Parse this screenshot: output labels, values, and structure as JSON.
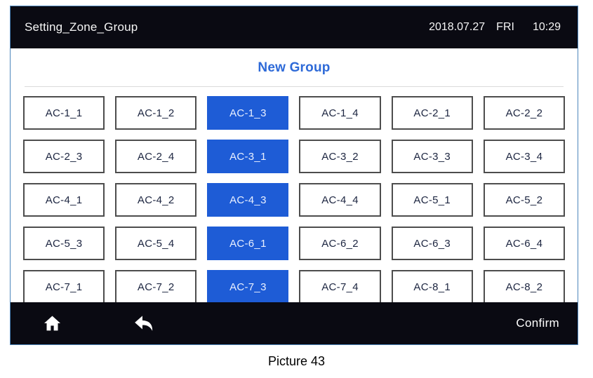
{
  "header": {
    "title": "Setting_Zone_Group",
    "date": "2018.07.27",
    "day": "FRI",
    "time": "10:29"
  },
  "content": {
    "group_title": "New Group"
  },
  "grid": {
    "buttons": [
      {
        "label": "AC-1_1",
        "selected": false
      },
      {
        "label": "AC-1_2",
        "selected": false
      },
      {
        "label": "AC-1_3",
        "selected": true
      },
      {
        "label": "AC-1_4",
        "selected": false
      },
      {
        "label": "AC-2_1",
        "selected": false
      },
      {
        "label": "AC-2_2",
        "selected": false
      },
      {
        "label": "AC-2_3",
        "selected": false
      },
      {
        "label": "AC-2_4",
        "selected": false
      },
      {
        "label": "AC-3_1",
        "selected": true
      },
      {
        "label": "AC-3_2",
        "selected": false
      },
      {
        "label": "AC-3_3",
        "selected": false
      },
      {
        "label": "AC-3_4",
        "selected": false
      },
      {
        "label": "AC-4_1",
        "selected": false
      },
      {
        "label": "AC-4_2",
        "selected": false
      },
      {
        "label": "AC-4_3",
        "selected": true
      },
      {
        "label": "AC-4_4",
        "selected": false
      },
      {
        "label": "AC-5_1",
        "selected": false
      },
      {
        "label": "AC-5_2",
        "selected": false
      },
      {
        "label": "AC-5_3",
        "selected": false
      },
      {
        "label": "AC-5_4",
        "selected": false
      },
      {
        "label": "AC-6_1",
        "selected": true
      },
      {
        "label": "AC-6_2",
        "selected": false
      },
      {
        "label": "AC-6_3",
        "selected": false
      },
      {
        "label": "AC-6_4",
        "selected": false
      },
      {
        "label": "AC-7_1",
        "selected": false
      },
      {
        "label": "AC-7_2",
        "selected": false
      },
      {
        "label": "AC-7_3",
        "selected": true
      },
      {
        "label": "AC-7_4",
        "selected": false
      },
      {
        "label": "AC-8_1",
        "selected": false
      },
      {
        "label": "AC-8_2",
        "selected": false
      }
    ]
  },
  "footer": {
    "home_icon": "home-icon",
    "back_icon": "back-arrow-icon",
    "confirm_label": "Confirm"
  },
  "caption": "Picture 43",
  "colors": {
    "selected_blue": "#1e5cd6",
    "accent_blue": "#2e6ad8",
    "bar_black": "#0a0a12",
    "frame_border": "#4d86bc"
  }
}
